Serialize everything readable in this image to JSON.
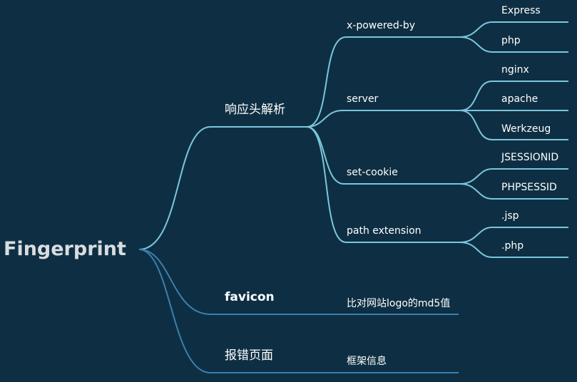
{
  "root": "Fingerprint",
  "branches": [
    {
      "label": "响应头解析",
      "children": [
        {
          "label": "x-powered-by",
          "children": [
            "Express",
            "php"
          ]
        },
        {
          "label": "server",
          "children": [
            "nginx",
            "apache",
            "Werkzeug"
          ]
        },
        {
          "label": "set-cookie",
          "children": [
            "JSESSIONID",
            "PHPSESSID"
          ]
        },
        {
          "label": "path extension",
          "children": [
            ".jsp",
            ".php"
          ]
        }
      ]
    },
    {
      "label": "favicon",
      "children": [
        {
          "label": "比对网站logo的md5值",
          "children": []
        }
      ]
    },
    {
      "label": "报错页面",
      "children": [
        {
          "label": "框架信息",
          "children": []
        }
      ]
    }
  ],
  "colors": {
    "background": "#0e2f43",
    "branch_light": "#7cc6dd",
    "branch_dark": "#3b7fb0",
    "text": "#ffffff",
    "root_text": "#d9dde0"
  }
}
